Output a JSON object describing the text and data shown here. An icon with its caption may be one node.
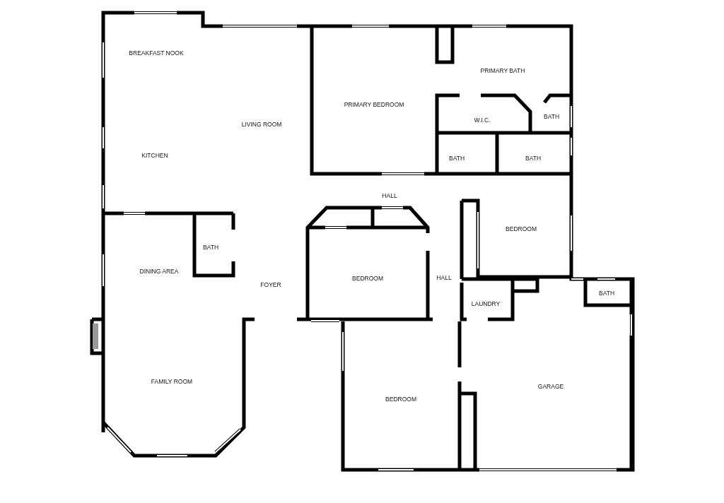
{
  "diagram": {
    "labels": [
      "BREAKFAST NOOK",
      "PRIMARY BATH",
      "PRIMARY BEDROOM",
      "W.I.C.",
      "BATH",
      "LIVING ROOM",
      "KITCHEN",
      "BATH",
      "BATH",
      "HALL",
      "BEDROOM",
      "BATH",
      "DINING AREA",
      "FOYER",
      "BEDROOM",
      "HALL",
      "BATH",
      "LAUNDRY",
      "FAMILY ROOM",
      "GARAGE",
      "BEDROOM"
    ]
  }
}
